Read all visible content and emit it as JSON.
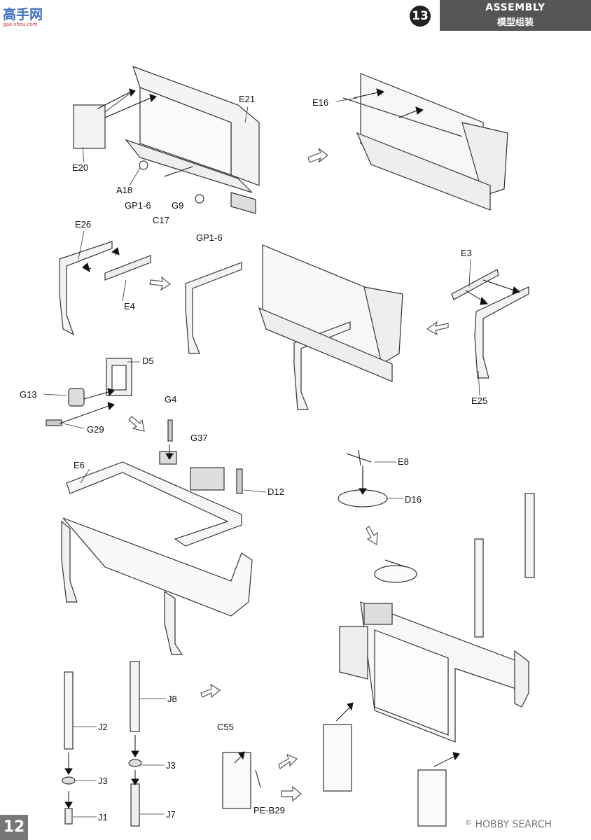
{
  "header": {
    "logo_text": "高手网",
    "logo_url": "gao-shou.com",
    "step_number": "13",
    "section_en": "ASSEMBLY",
    "section_cn": "模型组装"
  },
  "page_number": "12",
  "watermark": {
    "copyright": "©",
    "brand": "HOBBY SEARCH"
  },
  "labels": {
    "e21": "E21",
    "e16": "E16",
    "e20": "E20",
    "a18": "A18",
    "gp1_6a": "GP1-6",
    "g9": "G9",
    "c17": "C17",
    "gp1_6b": "GP1-6",
    "e26": "E26",
    "e4": "E4",
    "e3": "E3",
    "e25": "E25",
    "d5": "D5",
    "g13": "G13",
    "g29": "G29",
    "g4": "G4",
    "g37": "G37",
    "e6": "E6",
    "d12": "D12",
    "e8": "E8",
    "d16": "D16",
    "j8": "J8",
    "j2": "J2",
    "j3a": "J3",
    "j3b": "J3",
    "j1": "J1",
    "j7": "J7",
    "c55": "C55",
    "pe_b29": "PE-B29"
  }
}
